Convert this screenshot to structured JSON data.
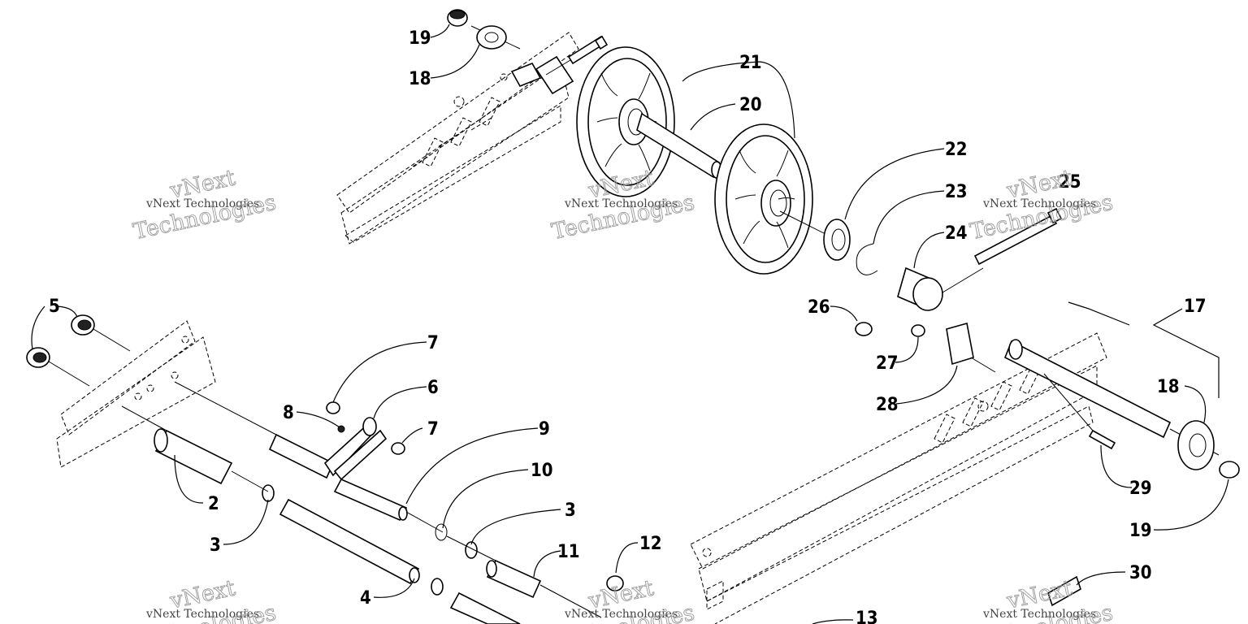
{
  "callouts": [
    "19",
    "18",
    "21",
    "20",
    "22",
    "23",
    "24",
    "25",
    "26",
    "27",
    "28",
    "17",
    "18",
    "19",
    "29",
    "5",
    "7",
    "6",
    "8",
    "7",
    "9",
    "2",
    "10",
    "3",
    "3",
    "11",
    "12",
    "4",
    "30",
    "13"
  ],
  "watermarks": [
    {
      "small": "vNext Technologies",
      "big_top": "vNext",
      "big_bottom": "Technologies"
    },
    {
      "small": "vNext Technologies",
      "big_top": "vNext",
      "big_bottom": "Technologies"
    },
    {
      "small": "vNext Technologies",
      "big_top": "vNext",
      "big_bottom": "Technologies"
    },
    {
      "small": "vNext Technologies",
      "big_top": "vNext",
      "big_bottom": "Technologies"
    },
    {
      "small": "vNext Technologies",
      "big_top": "vNext",
      "big_bottom": "Technologies"
    },
    {
      "small": "vNext Technologies",
      "big_top": "vNext",
      "big_bottom": "Technologies"
    }
  ]
}
